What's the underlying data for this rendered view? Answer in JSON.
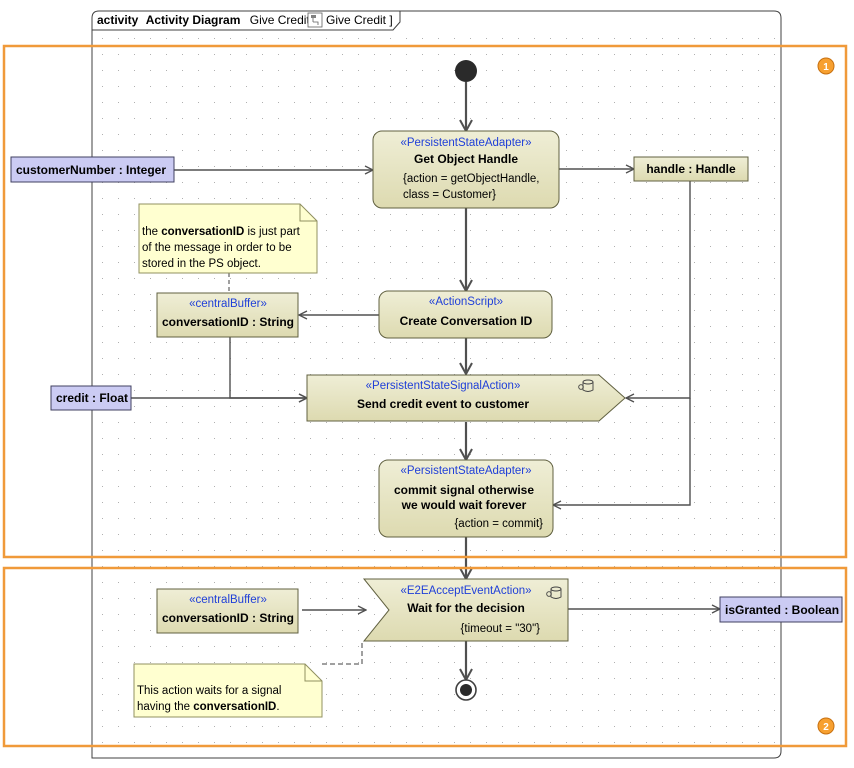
{
  "frame": {
    "kind": "activity",
    "title": "Activity Diagram",
    "name": "Give Credit",
    "behavior": "Give Credit"
  },
  "regions": [
    {
      "badge": "1",
      "color": "#f0a040"
    },
    {
      "badge": "2",
      "color": "#f0a040"
    }
  ],
  "parameters": {
    "customer_number": "customerNumber : Integer",
    "credit": "credit : Float",
    "handle": "handle : Handle",
    "is_granted": "isGranted : Boolean"
  },
  "actions": {
    "get_handle": {
      "stereotype": "«PersistentStateAdapter»",
      "name": "Get Object Handle",
      "props_line1": "{action = getObjectHandle,",
      "props_line2": "class = Customer}"
    },
    "create_conversation": {
      "stereotype": "«ActionScript»",
      "name": "Create Conversation ID"
    },
    "send_credit": {
      "stereotype": "«PersistentStateSignalAction»",
      "name": "Send credit event to customer"
    },
    "commit": {
      "stereotype": "«PersistentStateAdapter»",
      "name_line1": "commit signal otherwise",
      "name_line2": "we would wait forever",
      "props": "{action = commit}"
    },
    "wait_decision": {
      "stereotype": "«E2EAcceptEventAction»",
      "name": "Wait for the decision",
      "props": "{timeout = \"30\"}"
    }
  },
  "buffers": {
    "buffer1": {
      "stereotype": "«centralBuffer»",
      "name": "conversationID : String"
    },
    "buffer2": {
      "stereotype": "«centralBuffer»",
      "name": "conversationID : String"
    }
  },
  "notes": {
    "note1": {
      "line1_pre": "the ",
      "line1_bold": "conversationID",
      "line1_post": " is just part",
      "line2": "of the message in order to be",
      "line3": "stored in the PS object."
    },
    "note2": {
      "line1": "This action waits for a signal",
      "line2_pre": "having the ",
      "line2_bold": "conversationID",
      "line2_post": "."
    }
  },
  "colors": {
    "action_fill": "#e6e4c0",
    "action_stroke": "#606040",
    "param_fill": "#cbcbf3",
    "note_fill": "#ffffd0",
    "region_stroke": "#f09a3a",
    "stereotype": "#1f3fd8"
  }
}
